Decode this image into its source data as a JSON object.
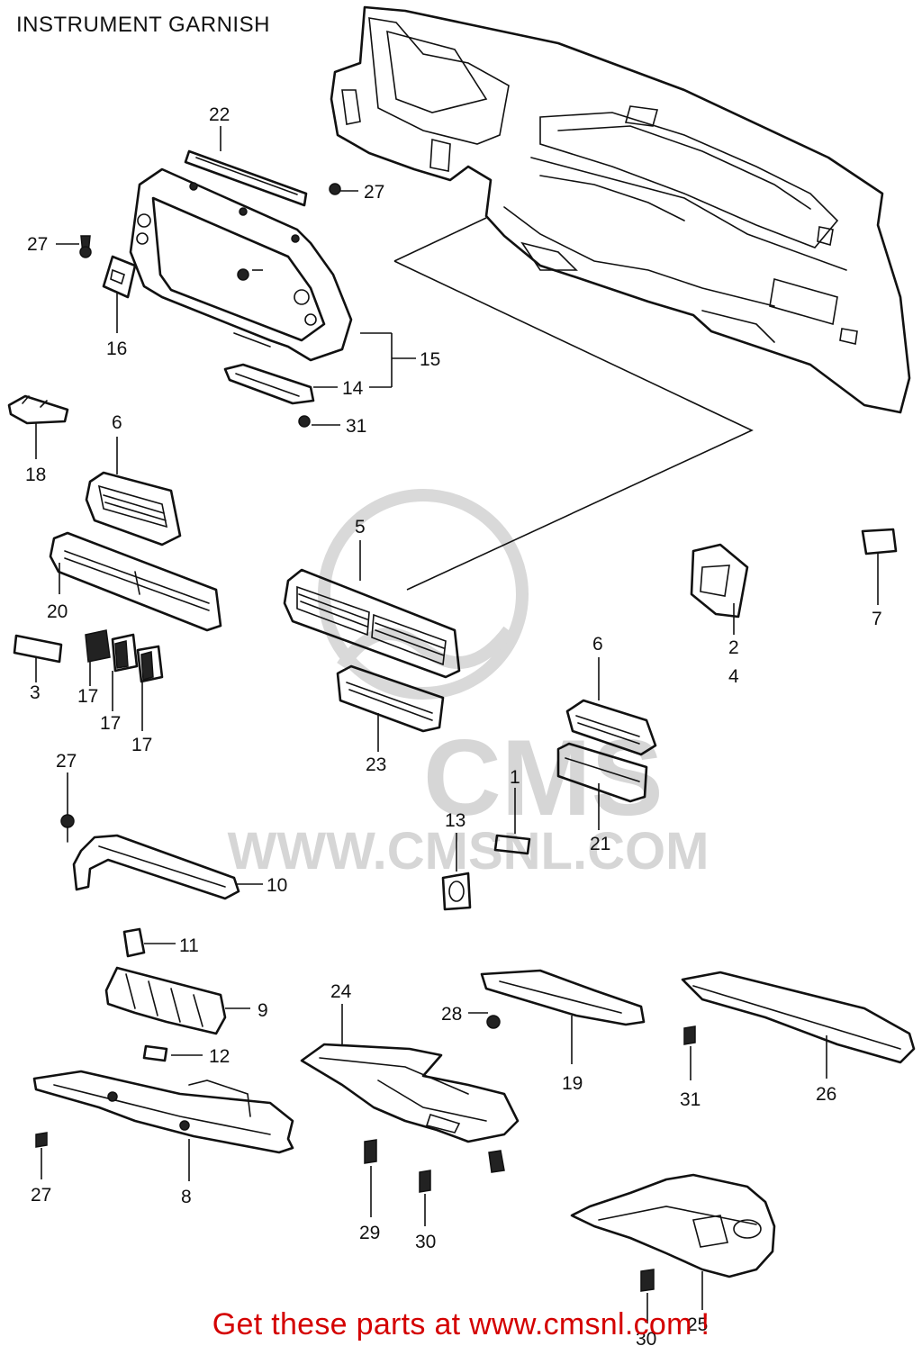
{
  "title": "INSTRUMENT GARNISH",
  "watermark": {
    "brand": "CMS",
    "url": "WWW.CMSNL.COM"
  },
  "footer": {
    "text": "Get these parts at www.cmsnl.com !"
  },
  "colors": {
    "line": "#111111",
    "footer": "#d40000",
    "watermark": "#d6d6d6"
  },
  "callouts": [
    {
      "id": "c22",
      "label": "22"
    },
    {
      "id": "c27a",
      "label": "27"
    },
    {
      "id": "c27b",
      "label": "27"
    },
    {
      "id": "c16",
      "label": "16"
    },
    {
      "id": "c15",
      "label": "15"
    },
    {
      "id": "c14",
      "label": "14"
    },
    {
      "id": "c31a",
      "label": "31"
    },
    {
      "id": "c18",
      "label": "18"
    },
    {
      "id": "c6a",
      "label": "6"
    },
    {
      "id": "c20",
      "label": "20"
    },
    {
      "id": "c5",
      "label": "5"
    },
    {
      "id": "c3",
      "label": "3"
    },
    {
      "id": "c17a",
      "label": "17"
    },
    {
      "id": "c17b",
      "label": "17"
    },
    {
      "id": "c17c",
      "label": "17"
    },
    {
      "id": "c2",
      "label": "2"
    },
    {
      "id": "c4",
      "label": "4"
    },
    {
      "id": "c7",
      "label": "7"
    },
    {
      "id": "c6b",
      "label": "6"
    },
    {
      "id": "c23",
      "label": "23"
    },
    {
      "id": "c21",
      "label": "21"
    },
    {
      "id": "c1",
      "label": "1"
    },
    {
      "id": "c13",
      "label": "13"
    },
    {
      "id": "c27c",
      "label": "27"
    },
    {
      "id": "c10",
      "label": "10"
    },
    {
      "id": "c11",
      "label": "11"
    },
    {
      "id": "c9",
      "label": "9"
    },
    {
      "id": "c12",
      "label": "12"
    },
    {
      "id": "c24",
      "label": "24"
    },
    {
      "id": "c28",
      "label": "28"
    },
    {
      "id": "c19",
      "label": "19"
    },
    {
      "id": "c31b",
      "label": "31"
    },
    {
      "id": "c26",
      "label": "26"
    },
    {
      "id": "c27d",
      "label": "27"
    },
    {
      "id": "c8",
      "label": "8"
    },
    {
      "id": "c29",
      "label": "29"
    },
    {
      "id": "c30a",
      "label": "30"
    },
    {
      "id": "c25",
      "label": "25"
    },
    {
      "id": "c30b",
      "label": "30"
    }
  ]
}
